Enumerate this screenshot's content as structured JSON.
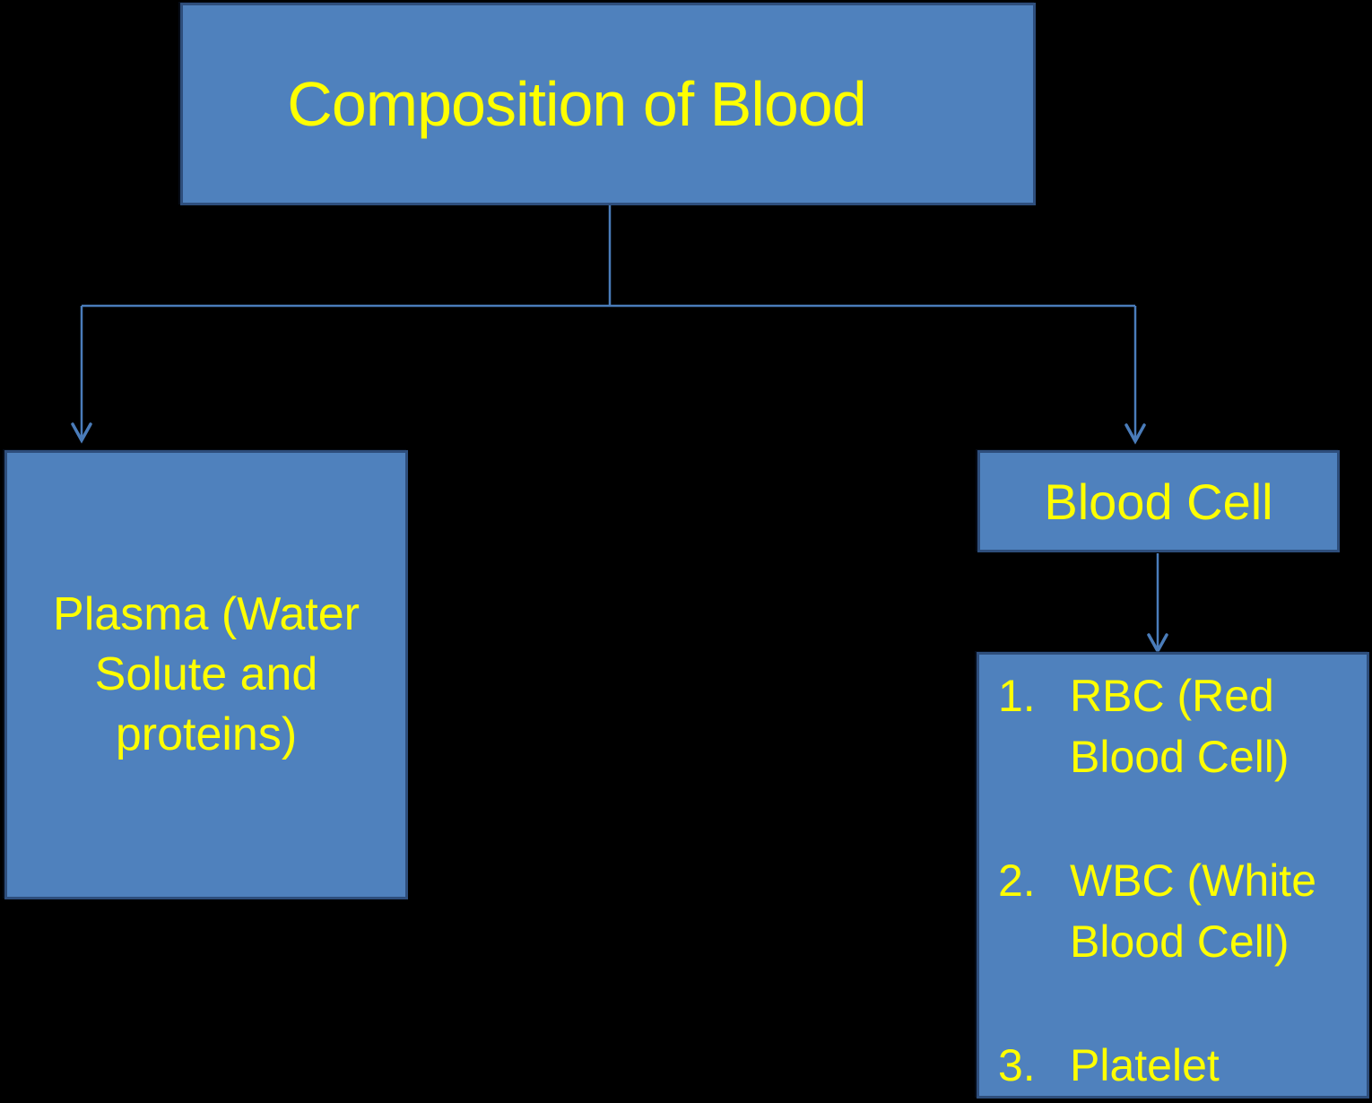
{
  "diagram": {
    "colors": {
      "background": "#000000",
      "box_fill": "#4F81BD",
      "box_border": "#2E4E7C",
      "connector": "#4A7CBA",
      "text": "#FFFF00"
    },
    "root": {
      "label": "Composition of Blood"
    },
    "plasma": {
      "label": "Plasma (Water Solute and proteins)"
    },
    "blood_cell": {
      "label": "Blood Cell"
    },
    "cell_types": {
      "items": [
        {
          "number": "1.",
          "label": "RBC (Red Blood Cell)"
        },
        {
          "number": "2.",
          "label": "WBC (White Blood Cell)"
        },
        {
          "number": "3.",
          "label": "Platelet"
        }
      ]
    }
  }
}
